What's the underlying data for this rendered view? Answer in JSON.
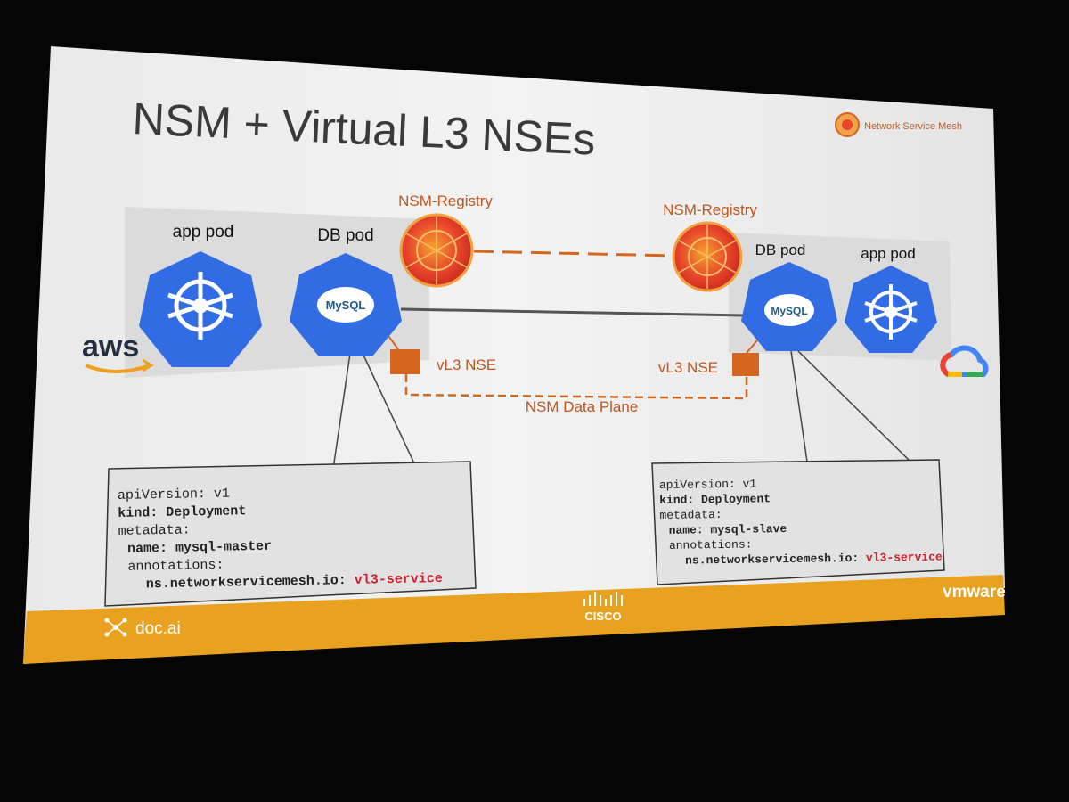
{
  "slide": {
    "title": "NSM + Virtual L3 NSEs",
    "brand_text": "Network Service Mesh"
  },
  "left_cluster": {
    "provider": "aws",
    "app_pod_label": "app pod",
    "db_pod_label": "DB pod",
    "registry_label": "NSM-Registry",
    "nse_label": "vL3 NSE",
    "mysql_text": "MySQL"
  },
  "right_cluster": {
    "app_pod_label": "app pod",
    "db_pod_label": "DB pod",
    "registry_label": "NSM-Registry",
    "nse_label": "vL3 NSE",
    "mysql_text": "MySQL"
  },
  "data_plane_label": "NSM Data Plane",
  "left_yaml": {
    "api_version": "apiVersion: v1",
    "kind_key": "kind:",
    "kind_value": " Deployment",
    "metadata": "metadata:",
    "name_key": "name:",
    "name_value": " mysql-master",
    "annotations": "annotations:",
    "annotation_key": "ns.networkservicemesh.io: ",
    "annotation_value": "vl3-service"
  },
  "right_yaml": {
    "api_version": "apiVersion: v1",
    "kind_key": "kind:",
    "kind_value": " Deployment",
    "metadata": "metadata:",
    "name_key": "name:",
    "name_value": " mysql-slave",
    "annotations": "annotations:",
    "annotation_key": "ns.networkservicemesh.io: ",
    "annotation_value": "vl3-service"
  },
  "footer": {
    "left_logo": "doc.ai",
    "center_logo": "CISCO",
    "right_logo": "vmware"
  },
  "colors": {
    "k8s_blue": "#326CE5",
    "nsm_orange": "#D4661E",
    "registry_red": "#E8452C",
    "footer_orange": "#E9A21F",
    "yaml_red": "#D0202E",
    "screen": "#EEEEEE"
  }
}
